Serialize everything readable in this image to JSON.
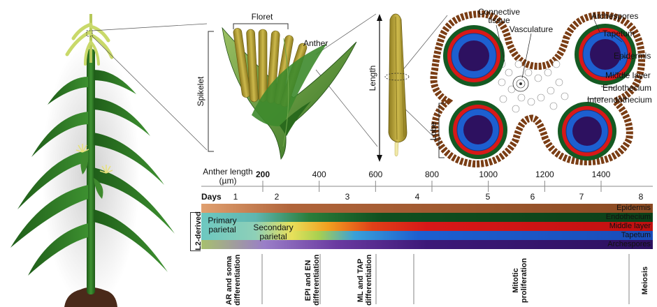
{
  "labels": {
    "floret": "Floret",
    "anther": "Anther",
    "spikelet": "Spikelet",
    "length": "Length",
    "lobe": "Lobe",
    "connective_tissue": "Connective\ntissue",
    "vasculature": "Vasculature",
    "archespores": "Archespores",
    "tapetum": "Tapetum",
    "epidermis": "Epidermis",
    "middle_layer": "Middle layer",
    "endothecium": "Endothecium",
    "interendothecium": "Interendothecium"
  },
  "timeline": {
    "anther_length_label": "Anther length\n(µm)",
    "length_ticks": [
      {
        "value": 200,
        "text": "200",
        "bold": true
      },
      {
        "value": 400,
        "text": "400"
      },
      {
        "value": 600,
        "text": "600"
      },
      {
        "value": 800,
        "text": "800"
      },
      {
        "value": 1000,
        "text": "1000"
      },
      {
        "value": 1200,
        "text": "1200"
      },
      {
        "value": 1400,
        "text": "1400"
      }
    ],
    "days_label": "Days",
    "days": [
      "1",
      "2",
      "3",
      "4",
      "5",
      "6",
      "7",
      "8"
    ]
  },
  "layers": {
    "l2_label": "L2-derived",
    "primary_parietal": "Primary\nparietal",
    "secondary_parietal": "Secondary\nparietal",
    "items": [
      {
        "name": "Epidermis",
        "color": "#b0643a"
      },
      {
        "name": "Endothecium",
        "color": "#0f4f1f"
      },
      {
        "name": "Middle layer",
        "color": "#d81818"
      },
      {
        "name": "Tapetum",
        "color": "#1d5fd0"
      },
      {
        "name": "Archespores",
        "color": "#2d1160"
      }
    ]
  },
  "stages": [
    "AR and soma\ndifferentiation",
    "EPI and EN\ndifferentiation",
    "ML and TAP\ndifferentiation",
    "Mitotic\nproliferation",
    "Meiosis"
  ],
  "colors": {
    "plant_green": "#2e7a22",
    "tassel": "#c9d96a",
    "anther_yellow": "#b9a334",
    "soil": "#4a2a1a"
  }
}
